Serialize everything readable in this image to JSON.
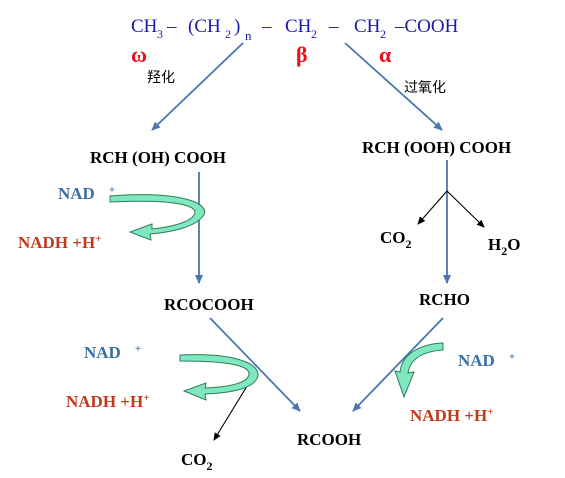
{
  "top": {
    "formula": {
      "ch3": "CH",
      "ch3_sub": "3",
      "dash1": "–",
      "paren": "(CH",
      "paren_sub": "2",
      "paren_close": ")",
      "n": "n",
      "dash2": "–",
      "ch2a": "CH",
      "ch2a_sub": "2",
      "dash3": "–",
      "ch2b": "CH",
      "ch2b_sub": "2",
      "cooh": "–COOH"
    },
    "omega": "ω",
    "beta": "β",
    "alpha": "α"
  },
  "left_path": {
    "oxidation_label": "羟化",
    "intermediate1": "RCH (OH) COOH",
    "nad1": "NAD",
    "nad1_sup": "+",
    "nadh1": "NADH  +H",
    "nadh1_sup": "+",
    "intermediate2": "RCOCOOH",
    "nad2": "NAD",
    "nad2_sup": "+",
    "nadh2": "NADH  +H",
    "nadh2_sup": "+",
    "co2": "CO",
    "co2_sub": "2"
  },
  "right_path": {
    "oxidation_label": "过氧化",
    "intermediate1": "RCH (OOH) COOH",
    "co2": "CO",
    "co2_sub": "2",
    "h2o": "H",
    "h2o_sub": "2",
    "h2o_end": "O",
    "intermediate2": "RCHO",
    "nad": "NAD",
    "nad_sup": "+",
    "nadh": "NADH  +H",
    "nadh_sup": "+"
  },
  "product": "RCOOH",
  "colors": {
    "blue_text": "#1a1aa8",
    "red_text": "#e8101a",
    "nad_blue": "#3a6ea5",
    "nadh_red": "#c0391b",
    "arrow_blue": "#4a76ad",
    "curved_arrow_fill": "#7fe8c0",
    "black": "#000000"
  }
}
